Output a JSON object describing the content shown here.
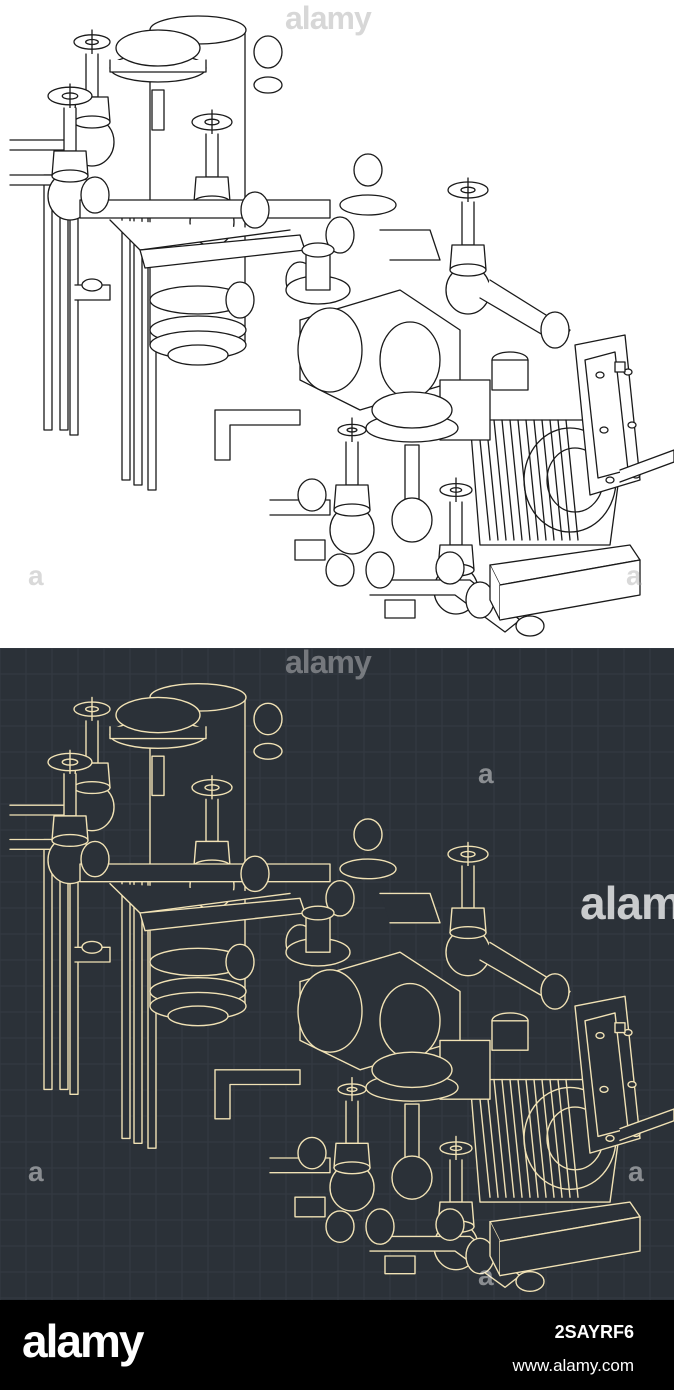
{
  "watermark": {
    "brand": "alamy",
    "corner_mark": "a"
  },
  "footer": {
    "logo": "alamy",
    "image_id": "2SAYRF6",
    "url": "www.alamy.com"
  },
  "colors": {
    "light_background": "#ffffff",
    "light_line": "#1a1a1a",
    "dark_background": "#2b3138",
    "dark_line": "#f1e2b5",
    "dark_grid": "#343b43",
    "footer_background": "#000000"
  }
}
